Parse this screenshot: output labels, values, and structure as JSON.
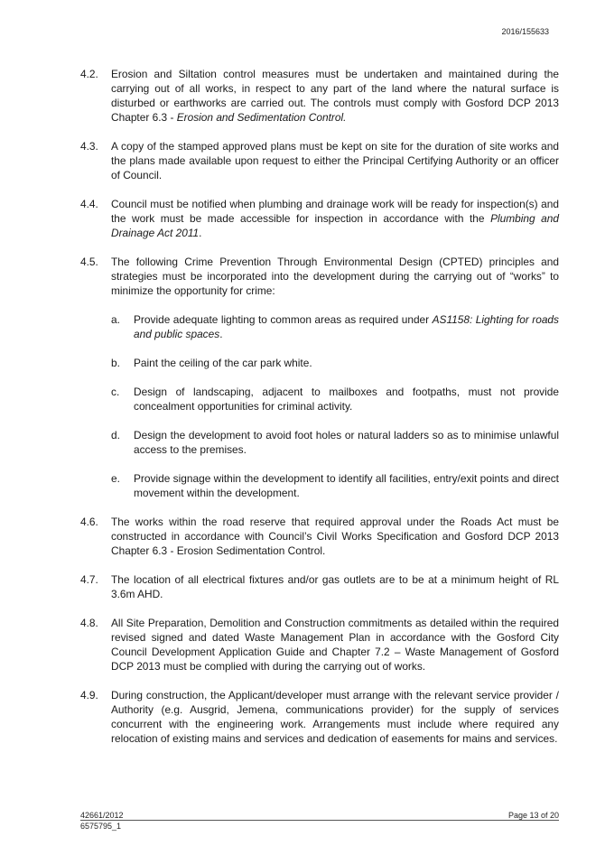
{
  "header": {
    "doc_ref": "2016/155633"
  },
  "clauses": {
    "c42": {
      "num": "4.2.",
      "text": "Erosion and Siltation control measures must be undertaken and maintained during the carrying out of all works, in respect to any part of the land where the natural surface is disturbed or earthworks are carried out. The controls must comply with Gosford DCP 2013 Chapter 6.3 - ",
      "italic": "Erosion and Sedimentation Control."
    },
    "c43": {
      "num": "4.3.",
      "text": "A copy of the stamped approved plans must be kept on site for the duration of site works and the plans made available upon request to either the Principal Certifying Authority or an officer of Council."
    },
    "c44": {
      "num": "4.4.",
      "text": "Council must be notified when plumbing and drainage work will be ready for inspection(s) and the work must be made accessible for inspection in accordance with the ",
      "italic": "Plumbing and Drainage Act 2011",
      "tail": "."
    },
    "c45": {
      "num": "4.5.",
      "text": "The following Crime Prevention Through Environmental Design (CPTED) principles and strategies must be incorporated into the development during the carrying out of “works” to minimize the opportunity for crime:",
      "items": {
        "a": {
          "letter": "a.",
          "text": "Provide adequate lighting to common areas as required under ",
          "italic": "AS1158: Lighting for roads and public spaces",
          "tail": "."
        },
        "b": {
          "letter": "b.",
          "text": "Paint the ceiling of the car park white."
        },
        "c": {
          "letter": "c.",
          "text": "Design of landscaping, adjacent to mailboxes and footpaths, must not provide concealment opportunities for criminal activity."
        },
        "d": {
          "letter": "d.",
          "text": "Design the development to avoid foot holes or natural ladders so as to minimise unlawful access to the premises."
        },
        "e": {
          "letter": "e.",
          "text": "Provide signage within the development to identify all facilities, entry/exit points and direct movement within the development."
        }
      }
    },
    "c46": {
      "num": "4.6.",
      "text": "The works within the road reserve that required approval under the Roads Act must be constructed in accordance with Council’s Civil Works Specification and Gosford DCP 2013 Chapter 6.3 - Erosion Sedimentation Control."
    },
    "c47": {
      "num": "4.7.",
      "text": "The location of all electrical fixtures and/or gas outlets are to be at a minimum height of RL 3.6m AHD."
    },
    "c48": {
      "num": "4.8.",
      "text": "All Site Preparation, Demolition and Construction commitments as detailed within the required revised signed and dated Waste Management Plan in accordance with the Gosford City Council Development Application Guide and Chapter 7.2 – Waste Management of Gosford DCP 2013 must be complied with during the carrying out of works."
    },
    "c49": {
      "num": "4.9.",
      "text": "During construction, the Applicant/developer must arrange with the relevant service provider / Authority (e.g. Ausgrid, Jemena, communications provider) for the supply of services concurrent with the engineering work. Arrangements must include where required any relocation of existing mains and services and dedication of easements for mains and services."
    }
  },
  "footer": {
    "file_no": "42661/2012",
    "doc_id": "6575795_1",
    "page": "Page 13 of 20"
  }
}
